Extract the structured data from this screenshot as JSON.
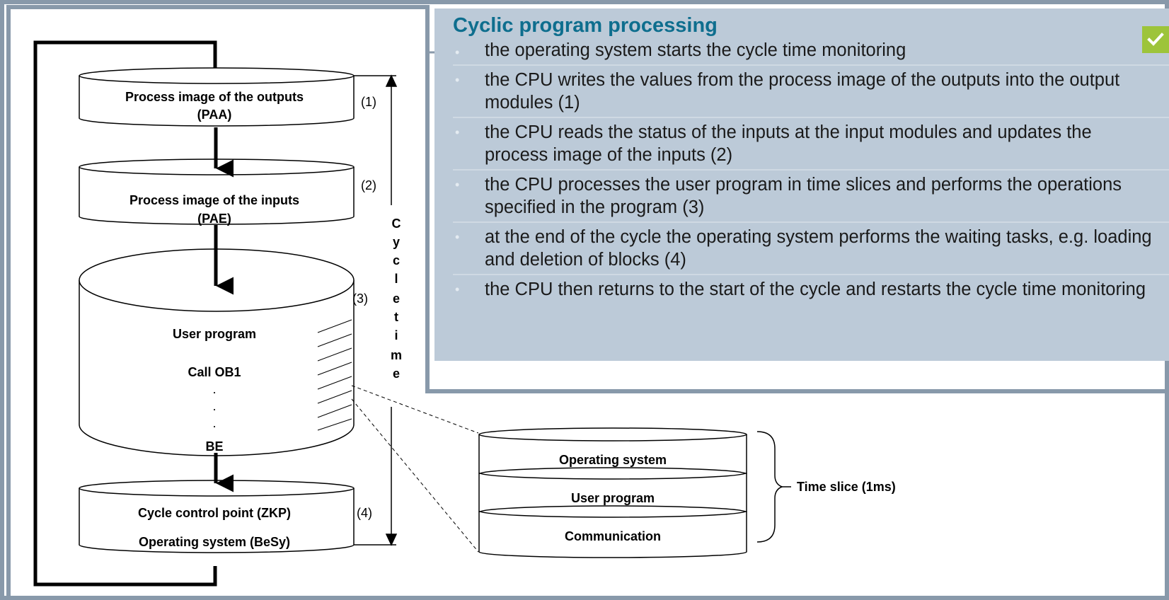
{
  "diagram": {
    "outputs_block": {
      "line1": "Process image of the outputs",
      "line2": "(PAA)",
      "marker": "(1)"
    },
    "inputs_block": {
      "line1": "Process image of the inputs",
      "line2": "(PAE)",
      "marker": "(2)"
    },
    "user_program_block": {
      "title": "User program",
      "call": "Call OB1",
      "dots": ".",
      "end": "BE",
      "marker": "(3)"
    },
    "control_block": {
      "line1": "Cycle control point (ZKP)",
      "line2": "Operating system (BeSy)",
      "marker": "(4)"
    },
    "cycle_time_letters": [
      "C",
      "y",
      "c",
      "l",
      "e",
      "t",
      "i",
      "m",
      "e"
    ],
    "time_slice": {
      "layers": [
        "Operating system",
        "User program",
        "Communication"
      ],
      "label": "Time slice (1ms)"
    }
  },
  "info": {
    "title": "Cyclic program processing",
    "bullets": [
      "the operating system starts the cycle time monitoring",
      "the CPU writes the values from the process image of the outputs into the output modules (1)",
      "the CPU reads the status of the inputs at the input modules and updates the process image of the inputs (2)",
      "the CPU processes the user program in time slices and performs the operations specified in the program (3)",
      "at the end of the cycle the operating system performs the waiting tasks, e.g. loading and deletion of blocks (4)",
      "the CPU then returns to the start of the cycle and restarts the cycle time monitoring"
    ],
    "badge_color": "#9dc43a",
    "title_color": "#0e6e8e",
    "panel_color": "#bccad8"
  }
}
